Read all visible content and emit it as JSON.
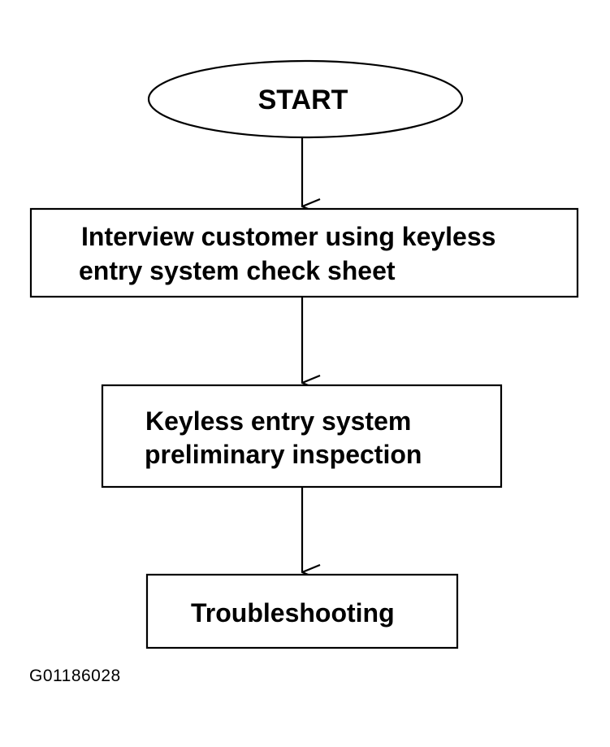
{
  "flowchart": {
    "start": {
      "label": "START",
      "shape": "ellipse"
    },
    "steps": [
      {
        "lines": [
          "Interview customer using keyless",
          "entry system check sheet"
        ],
        "shape": "rectangle"
      },
      {
        "lines": [
          "Keyless entry system",
          "preliminary inspection"
        ],
        "shape": "rectangle"
      },
      {
        "lines": [
          "Troubleshooting"
        ],
        "shape": "rectangle"
      }
    ],
    "connector": "arrow-down"
  },
  "figure_id": "G01186028"
}
